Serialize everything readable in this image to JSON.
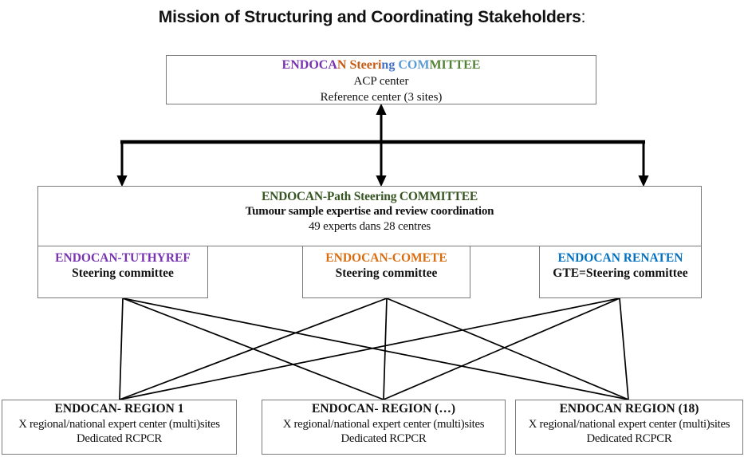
{
  "title": {
    "text": "Mission of Structuring and Coordinating Stakeholders",
    "colon": ":"
  },
  "top_box": {
    "title_segments": [
      {
        "text": "ENDOCA",
        "color": "#7733B3"
      },
      {
        "text": "N",
        "color": "#C55A11"
      },
      {
        "text": " Steeri",
        "color": "#C55A11"
      },
      {
        "text": "ng",
        "color": "#4472C4"
      },
      {
        "text": " COM",
        "color": "#5B9BD5"
      },
      {
        "text": "MITTEE",
        "color": "#538135"
      }
    ],
    "line2": "ACP center",
    "line3": "Reference center (3 sites)"
  },
  "path_box": {
    "title": "ENDOCAN-Path Steering COMMITTEE",
    "title_color": "#375623",
    "subtitle": "Tumour sample expertise and review coordination",
    "detail": "49 experts dans 28 centres"
  },
  "steering_boxes": [
    {
      "title": "ENDOCAN-TUTHYREF",
      "color": "#7733B3",
      "subtitle": "Steering committee"
    },
    {
      "title": "ENDOCAN-COMETE",
      "color": "#D96C0F",
      "subtitle": "Steering committee"
    },
    {
      "title": "ENDOCAN RENATEN",
      "color": "#0070C0",
      "subtitle": "GTE=Steering committee"
    }
  ],
  "region_boxes": [
    {
      "title": "ENDOCAN- REGION 1",
      "line2": "X regional/national expert center (multi)sites",
      "line3": "Dedicated RCPCR"
    },
    {
      "title": "ENDOCAN- REGION (…)",
      "line2": "X regional/national expert center (multi)sites",
      "line3": "Dedicated RCPCR"
    },
    {
      "title": "ENDOCAN REGION (18)",
      "line2": "X regional/national expert center (multi)sites",
      "line3": "Dedicated RCPCR"
    }
  ],
  "line_color": "#000000"
}
